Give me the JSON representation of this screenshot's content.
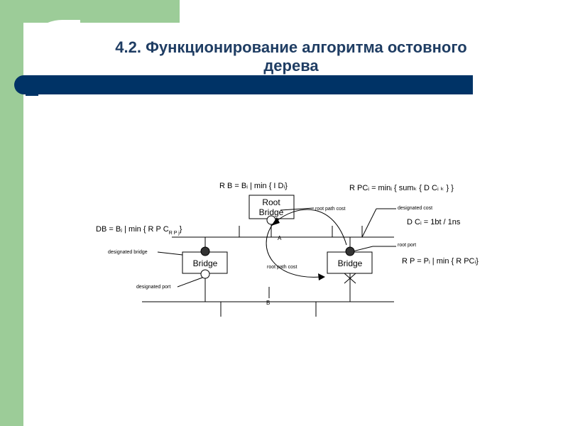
{
  "slide": {
    "title_line1": "4.2. Функционирование алгоритма остовного",
    "title_line2": "дерева"
  },
  "diagram": {
    "root_bridge_line1": "Root",
    "root_bridge_line2": "Bridge",
    "bridge_left": "Bridge",
    "bridge_right": "Bridge",
    "segment_a": "A",
    "segment_b": "B",
    "label_designated_bridge": "designated bridge",
    "label_designated_port": "designated port",
    "label_root_path_cost_top": "root path cost",
    "label_root_path_cost_mid": "root path cost",
    "label_designated_cost": "designated cost",
    "label_root_port": "root port",
    "formula_rb": "R B = Bᵢ   |   min  { I Dᵢ}",
    "formula_rpc_main": "R PCᵢ = minᵢ { sumₖ  { D Cᵢ ₖ } }",
    "formula_db_main": "DB = Bⱼ   |   min  { R P C",
    "formula_db_sub": "R P j",
    "formula_db_end": "}",
    "formula_dc": "D Cᵢ = 1bt / 1ns",
    "formula_rp": "R P = Pᵢ   |   min  { R PCᵢ}"
  }
}
